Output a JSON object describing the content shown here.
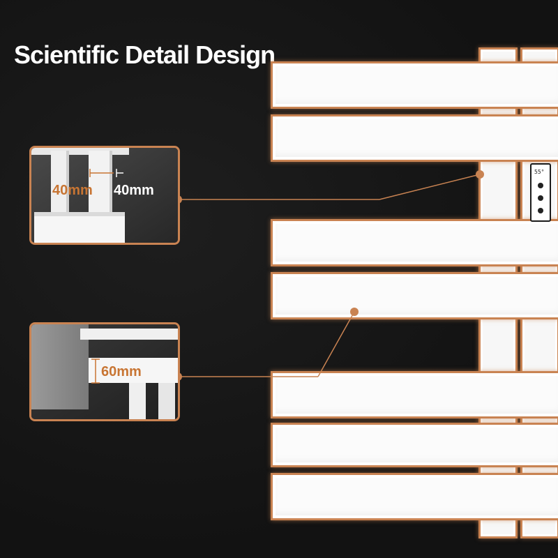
{
  "title": "Scientific Detail Design",
  "colors": {
    "accent": "#c98352",
    "background": "#141414",
    "rail": "#fbfbfb"
  },
  "controller": {
    "display": "55°",
    "buttons": [
      "power-icon",
      "mode-icon",
      "dot-icon"
    ]
  },
  "detail_top": {
    "label_left": "40mm",
    "label_right": "40mm"
  },
  "detail_bottom": {
    "label": "60mm"
  }
}
